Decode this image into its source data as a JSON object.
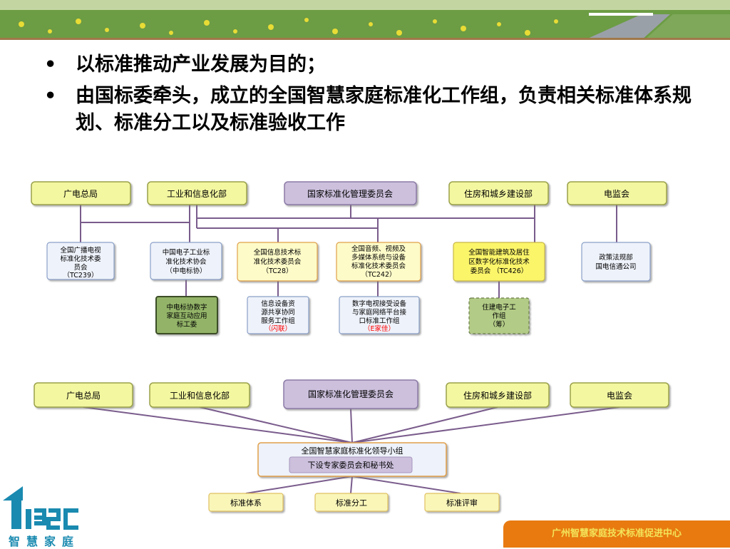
{
  "bullets": [
    "以标准推动产业发展为目的；",
    "由国标委牵头，成立的全国智慧家庭标准化工作组，负责相关标准体系规划、标准分工以及标准验收工作"
  ],
  "diagram1": {
    "top": [
      "广电总局",
      "工业和信息化部",
      "国家标准化管理委员会",
      "住房和城乡建设部",
      "电监会"
    ],
    "mid": [
      [
        "全国广播电视",
        "标准化技术委",
        "员会",
        "（TC239）"
      ],
      [
        "中国电子工业标",
        "准化技术协会",
        "（中电标协）"
      ],
      [
        "全国信息技术标",
        "准化技术委员会",
        "（TC28）"
      ],
      [
        "全国音频、视频及",
        "多媒体系统与设备",
        "标准化技术委员会",
        "（TC242）"
      ],
      [
        "全国智能建筑及居住",
        "区数字化标准化技术",
        "委员会 （TC426）"
      ],
      [
        "政策法规部",
        "国电信通公司"
      ]
    ],
    "bottom": [
      [
        "中电标协数字",
        "家庭互动应用",
        "标工委"
      ],
      [
        "信息设备资",
        "源共享协同",
        "服务工作组",
        "（闪联）"
      ],
      [
        "数字电视接受设备",
        "与家庭网络平台接",
        "口标准工作组",
        "（E家佳）"
      ],
      [
        "住建电子工",
        "作组",
        "（筹）"
      ]
    ]
  },
  "diagram2": {
    "top": [
      "广电总局",
      "工业和信息化部",
      "国家标准化管理委员会",
      "住房和城乡建设部",
      "电监会"
    ],
    "center_title": "全国智慧家庭标准化领导小组",
    "center_sub": "下设专家委员会和秘书处",
    "bottom": [
      "标准体系",
      "标准分工",
      "标准评审"
    ]
  },
  "logo_text": "智慧家庭",
  "footer": "广州智慧家庭技术标准促进中心",
  "colors": {
    "top_box": "#f3f7a0",
    "ntc_box": "#ccc0dd",
    "mid_box": "#fdfbc8",
    "blue_box": "#eef2fa",
    "green_box": "#93b467",
    "footer": "#e87a10",
    "highlight": "#ff0000"
  }
}
